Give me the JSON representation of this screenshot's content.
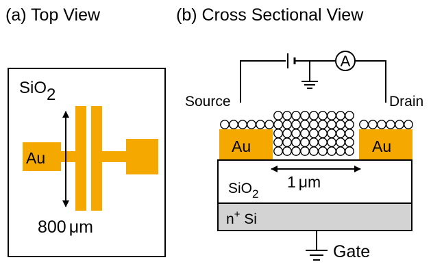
{
  "panel_a": {
    "title": "(a) Top View",
    "oxide_label": "SiO",
    "oxide_sub": "2",
    "metal_label": "Au",
    "length_value": "800",
    "length_unit": "μm"
  },
  "panel_b": {
    "title": "(b) Cross Sectional View",
    "source_label": "Source",
    "drain_label": "Drain",
    "ammeter_label": "A",
    "left_contact_label": "Au",
    "right_contact_label": "Au",
    "channel_value": "1",
    "channel_unit": "μm",
    "oxide_label": "SiO",
    "oxide_sub": "2",
    "substrate_label_main": "n",
    "substrate_label_sup": "+",
    "substrate_label_rest": " Si",
    "gate_label": "Gate"
  },
  "colors": {
    "gold": "#F5A800",
    "substrate": "#D3D3D3",
    "line": "#000000",
    "background": "#FFFFFF"
  }
}
